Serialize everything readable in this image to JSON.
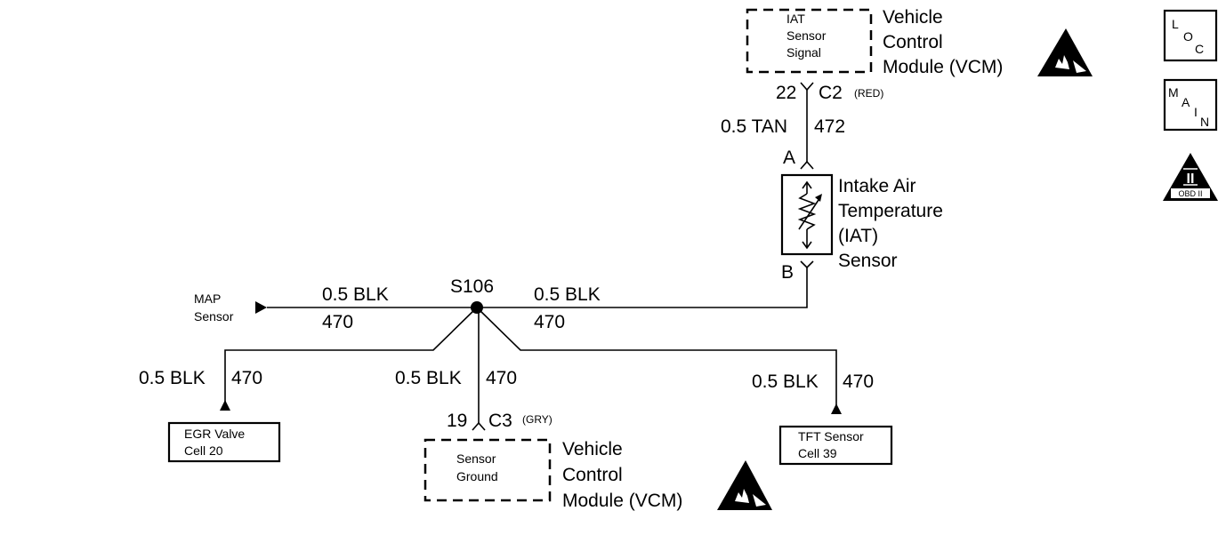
{
  "vcm_top": {
    "signal_label": [
      "IAT",
      "Sensor",
      "Signal"
    ],
    "module_label": [
      "Vehicle",
      "Control",
      "Module (VCM)"
    ],
    "pin": "22",
    "connector": "C2",
    "connector_color": "(RED)",
    "esd_icon": "esd-warning-icon"
  },
  "wire_signal": {
    "gauge_color": "0.5 TAN",
    "circuit": "472"
  },
  "iat_sensor": {
    "terminal_a": "A",
    "terminal_b": "B",
    "label": [
      "Intake Air",
      "Temperature",
      "(IAT)",
      "Sensor"
    ],
    "icon": "thermistor-icon"
  },
  "splice": {
    "label": "S106"
  },
  "wire_to_iat": {
    "gauge_color": "0.5 BLK",
    "circuit": "470"
  },
  "wire_to_map": {
    "gauge_color": "0.5 BLK",
    "circuit": "470"
  },
  "map_sensor": {
    "label": [
      "MAP",
      "Sensor"
    ]
  },
  "egr_branch": {
    "gauge_color": "0.5 BLK",
    "circuit": "470",
    "box": [
      "EGR Valve",
      "Cell 20"
    ]
  },
  "ground_branch": {
    "gauge_color": "0.5 BLK",
    "circuit": "470",
    "pin": "19",
    "connector": "C3",
    "connector_color": "(GRY)"
  },
  "vcm_bottom": {
    "ground_label": [
      "Sensor",
      "Ground"
    ],
    "module_label": [
      "Vehicle",
      "Control",
      "Module (VCM)"
    ],
    "esd_icon": "esd-warning-icon"
  },
  "tft_branch": {
    "gauge_color": "0.5 BLK",
    "circuit": "470",
    "box": [
      "TFT Sensor",
      "Cell 39"
    ]
  },
  "sidebar": {
    "loc_letters": [
      "L",
      "O",
      "C"
    ],
    "main_letters": [
      "M",
      "A",
      "I",
      "N"
    ],
    "obd_numeral": "II",
    "obd_label": "OBD II"
  }
}
